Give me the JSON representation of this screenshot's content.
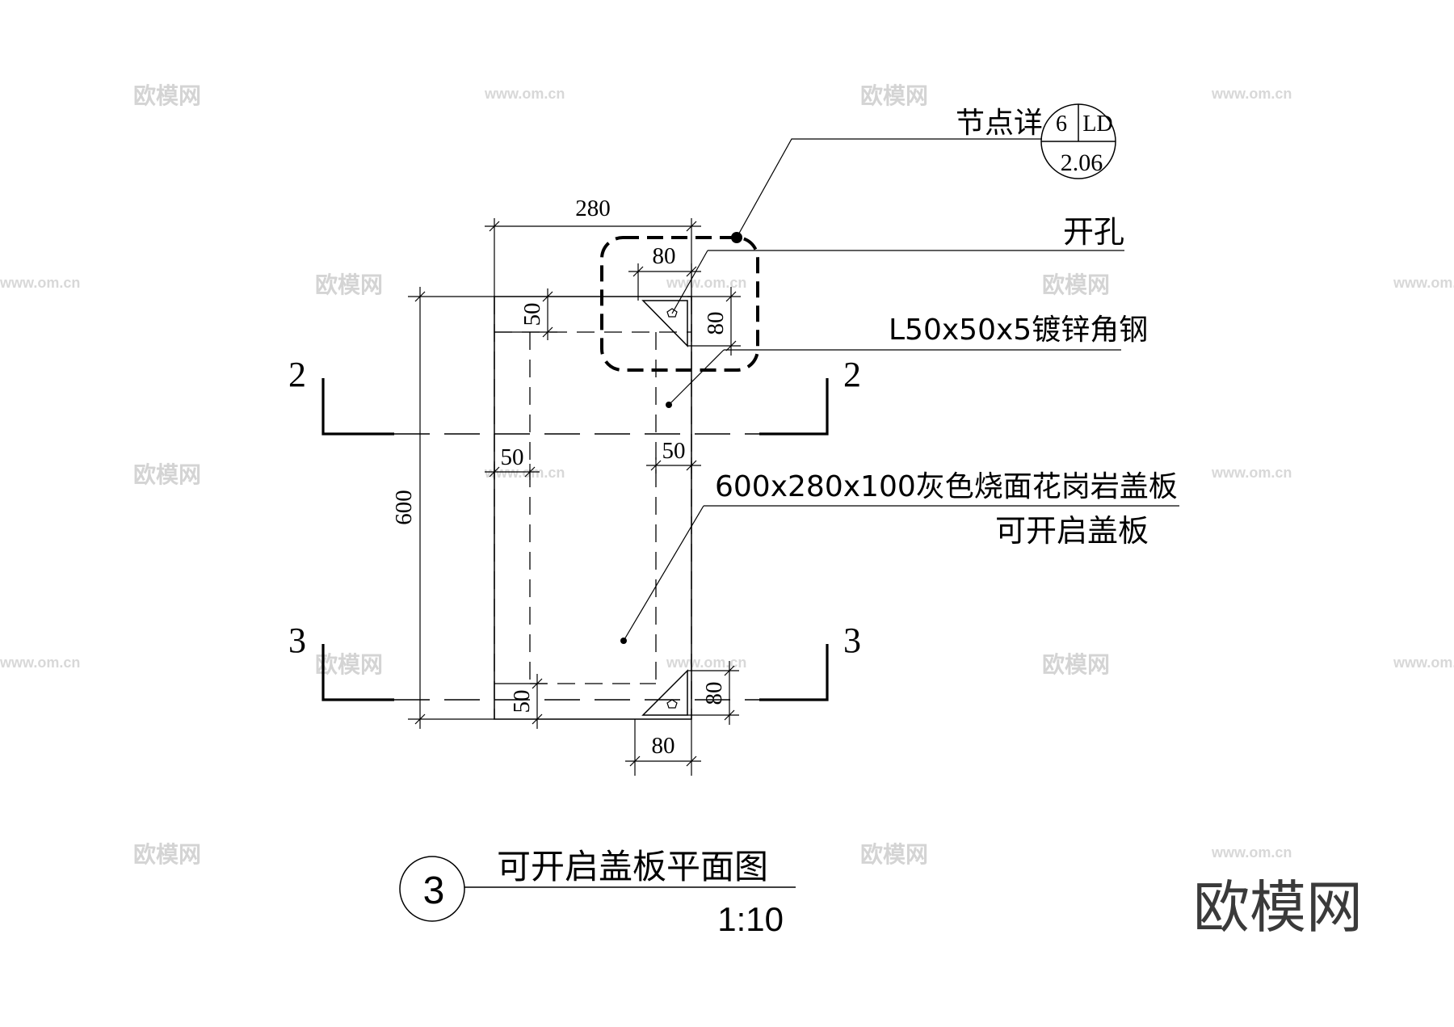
{
  "dimensions": {
    "width_280": "280",
    "height_600": "600",
    "hole_width_80": "80",
    "hole_height_80": "80",
    "top_offset_50": "50",
    "left_inset_50": "50",
    "right_inset_50": "50",
    "bottom_offset_50": "50",
    "bottom_height_80": "80",
    "bottom_width_80": "80"
  },
  "section_marks": {
    "upper_left": "2",
    "upper_right": "2",
    "lower_left": "3",
    "lower_right": "3"
  },
  "detail_reference": {
    "text": "节点详",
    "number": "6",
    "sheet_code": "LD",
    "sheet_number": "2.06"
  },
  "annotations": {
    "opening": "开孔",
    "angle_steel": "L50x50x5镀锌角钢",
    "cover_plate_line1": "600x280x100灰色烧面花岗岩盖板",
    "cover_plate_line2": "可开启盖板"
  },
  "title_block": {
    "number": "3",
    "title": "可开启盖板平面图",
    "scale": "1:10"
  },
  "watermarks": {
    "brand": "欧模网",
    "url": "www.om.cn"
  }
}
